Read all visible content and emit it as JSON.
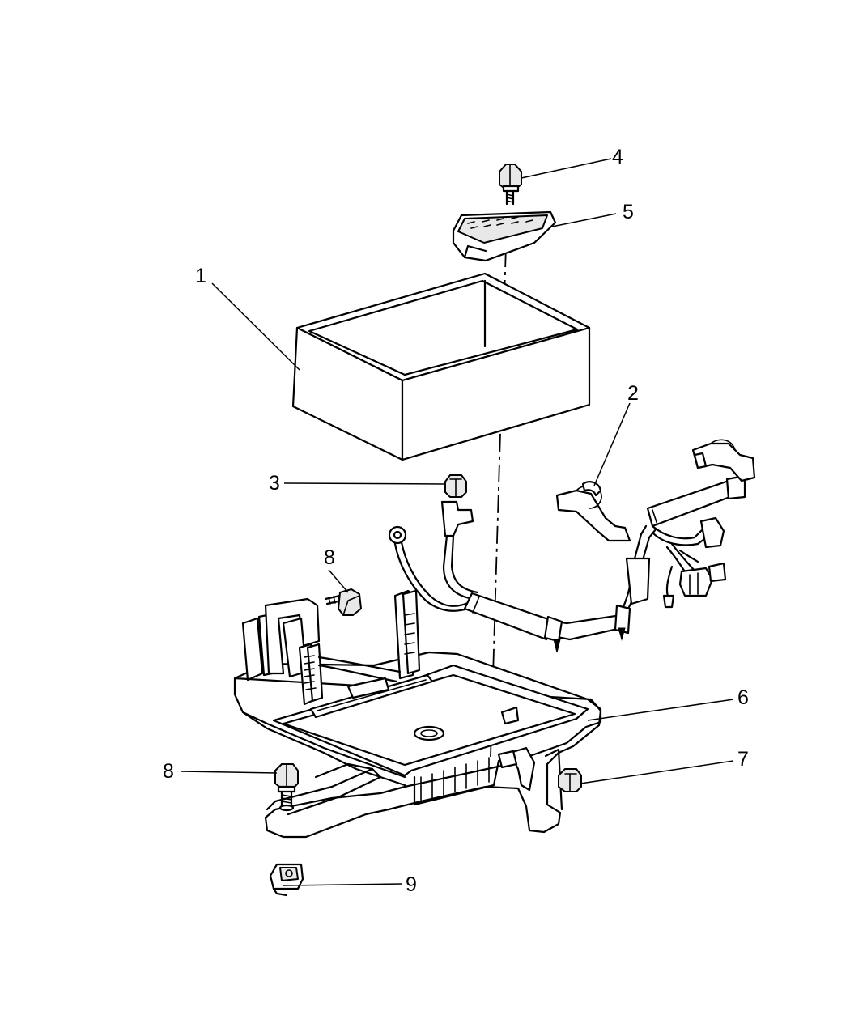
{
  "diagram": {
    "callouts": [
      "1",
      "2",
      "3",
      "4",
      "5",
      "6",
      "7",
      "8",
      "8",
      "9"
    ],
    "parts": [
      "battery",
      "battery-cable-harness",
      "nut-3",
      "bolt-4",
      "hold-down-clamp-5",
      "battery-tray-6",
      "nut-7",
      "bolt-8-upper",
      "bolt-8-lower",
      "clip-nut-9"
    ]
  }
}
